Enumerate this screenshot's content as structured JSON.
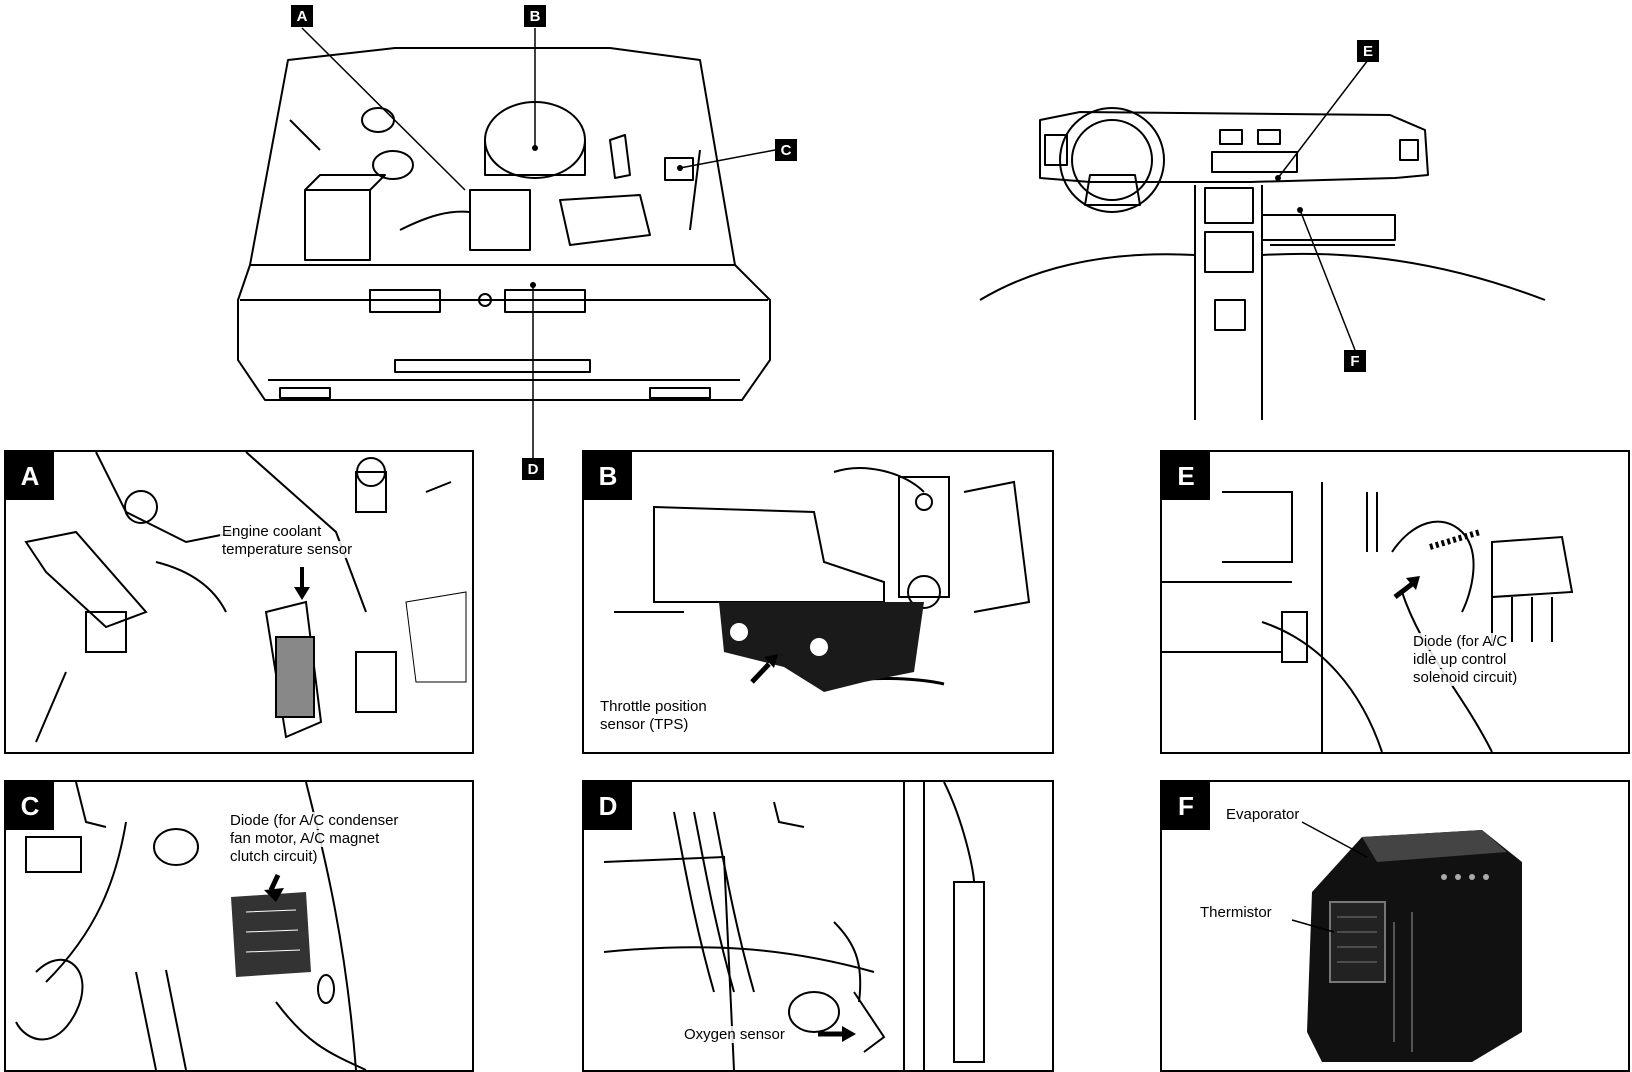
{
  "callouts": [
    "A",
    "B",
    "C",
    "D",
    "E",
    "F"
  ],
  "panels": {
    "A": {
      "letter": "A",
      "labels": [
        "Engine coolant",
        "temperature sensor"
      ]
    },
    "B": {
      "letter": "B",
      "labels": [
        "Throttle position",
        "sensor (TPS)"
      ]
    },
    "C": {
      "letter": "C",
      "labels": [
        "Diode (for A/C condenser",
        "fan motor, A/C magnet",
        "clutch circuit)"
      ]
    },
    "D": {
      "letter": "D",
      "labels": [
        "Oxygen sensor"
      ]
    },
    "E": {
      "letter": "E",
      "labels": [
        "Diode (for A/C",
        "idle up control",
        "solenoid circuit)"
      ]
    },
    "F": {
      "letter": "F",
      "labels": [
        "Evaporator",
        "Thermistor"
      ]
    }
  }
}
